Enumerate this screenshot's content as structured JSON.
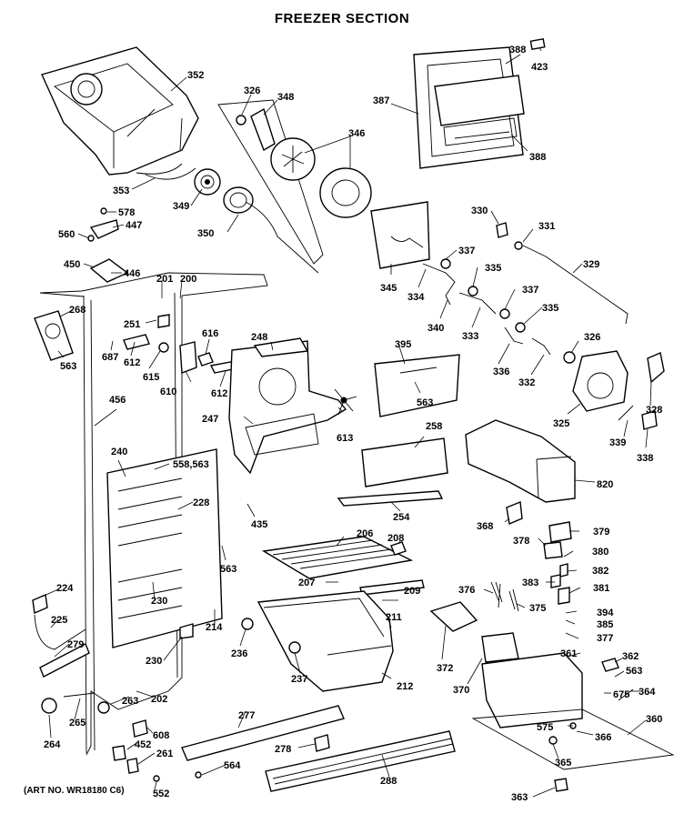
{
  "title": "FREEZER SECTION",
  "art_number": "(ART NO. WR18180 C6)",
  "callouts": [
    "352",
    "326",
    "348",
    "346",
    "387",
    "388",
    "423",
    "388",
    "353",
    "349",
    "350",
    "578",
    "447",
    "560",
    "450",
    "446",
    "201",
    "200",
    "268",
    "251",
    "687",
    "612",
    "615",
    "563",
    "610",
    "616",
    "612",
    "248",
    "247",
    "345",
    "330",
    "331",
    "337",
    "335",
    "329",
    "334",
    "340",
    "333",
    "337",
    "335",
    "395",
    "563",
    "336",
    "332",
    "326",
    "328",
    "325",
    "339",
    "338",
    "456",
    "240",
    "558,563",
    "228",
    "258",
    "820",
    "613",
    "435",
    "206",
    "208",
    "563",
    "254",
    "368",
    "378",
    "379",
    "380",
    "382",
    "207",
    "383",
    "381",
    "376",
    "375",
    "394",
    "385",
    "377",
    "224",
    "225",
    "230",
    "279",
    "214",
    "209",
    "211",
    "372",
    "361",
    "362",
    "563",
    "236",
    "230",
    "237",
    "212",
    "370",
    "675",
    "364",
    "202",
    "263",
    "265",
    "264",
    "608",
    "277",
    "575",
    "366",
    "360",
    "452",
    "261",
    "278",
    "365",
    "564",
    "552",
    "288",
    "363"
  ],
  "colors": {
    "ink": "#000000",
    "paper": "#ffffff"
  }
}
